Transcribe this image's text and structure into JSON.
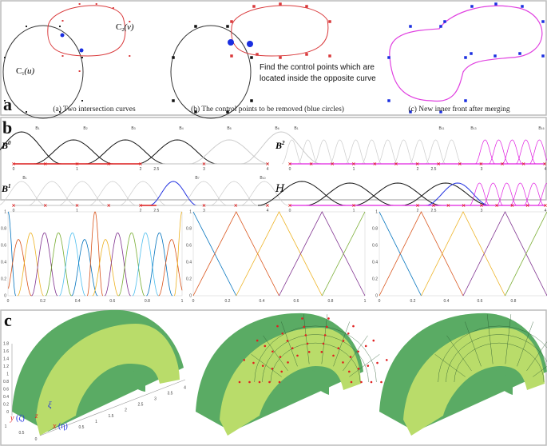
{
  "panel_a": {
    "letter": "a",
    "curve1_label": "C",
    "curve1_sub": "1",
    "curve1_arg": "(u)",
    "curve2_label": "C",
    "curve2_sub": "2",
    "curve2_arg": "(v)",
    "note_line1": "Find the control points which are",
    "note_line2": "located inside the opposite curve",
    "captions": [
      "(a) Two intersection curves",
      "(b) The control points to be removed (blue circles)",
      "(c) New inner front after merging"
    ],
    "colors": {
      "curve1": "#333333",
      "curve2": "#d9383a",
      "merged": "#e040e0",
      "points": "#1a2ee0"
    }
  },
  "panel_b": {
    "letter": "b",
    "row_labels": [
      "B",
      "B",
      "B",
      "H"
    ],
    "row_sups": [
      "0",
      "1",
      "2",
      ""
    ],
    "left_ticks": [
      "0",
      "1",
      "2",
      "2.5",
      "3",
      "4"
    ],
    "right_ticks": [
      "0",
      "1",
      "2",
      "2.5",
      "3",
      "4"
    ],
    "b0_basis_labels": [
      "B",
      "B",
      "B",
      "B",
      "B",
      "B"
    ],
    "b0_basis_subs": [
      "1",
      "2",
      "3",
      "4",
      "5",
      "6"
    ],
    "b1_basis_labels": [
      "B",
      "B",
      "B"
    ],
    "b1_basis_subs": [
      "1",
      "7",
      "10"
    ],
    "b2_basis_labels": [
      "B",
      "B",
      "B",
      "B"
    ],
    "b2_basis_subs": [
      "1",
      "11",
      "13",
      "16"
    ],
    "colors": {
      "active": "#111111",
      "inactive": "#cccccc",
      "refined": "#e020e0",
      "selected": "#2030e0",
      "knots": "#e02020"
    }
  },
  "chart_data": [
    {
      "type": "line",
      "xlim": [
        0,
        1
      ],
      "ylim": [
        0,
        1
      ],
      "grid": false,
      "xticks": [
        "0",
        "0.2",
        "0.4",
        "0.6",
        "0.8",
        "1"
      ],
      "yticks": [
        "0",
        "0.2",
        "0.4",
        "0.6",
        "0.8",
        "1"
      ],
      "series": [
        {
          "peak_x": 0,
          "peak_y": 1
        },
        {
          "peak_x": 0.06,
          "peak_y": 0.67
        },
        {
          "peak_x": 0.13,
          "peak_y": 0.75
        },
        {
          "peak_x": 0.21,
          "peak_y": 0.75
        },
        {
          "peak_x": 0.29,
          "peak_y": 0.75
        },
        {
          "peak_x": 0.37,
          "peak_y": 0.75
        },
        {
          "peak_x": 0.44,
          "peak_y": 0.67
        },
        {
          "peak_x": 0.5,
          "peak_y": 1
        },
        {
          "peak_x": 0.56,
          "peak_y": 0.67
        },
        {
          "peak_x": 0.63,
          "peak_y": 0.75
        },
        {
          "peak_x": 0.71,
          "peak_y": 0.75
        },
        {
          "peak_x": 0.79,
          "peak_y": 0.75
        },
        {
          "peak_x": 0.87,
          "peak_y": 0.75
        },
        {
          "peak_x": 0.94,
          "peak_y": 0.67
        },
        {
          "peak_x": 1,
          "peak_y": 1
        }
      ]
    },
    {
      "type": "line",
      "xlim": [
        0,
        1
      ],
      "ylim": [
        0,
        1
      ],
      "grid": false,
      "xticks": [
        "0",
        "0.2",
        "0.4",
        "0.6",
        "0.8",
        "1"
      ],
      "yticks": [
        "0",
        "0.2",
        "0.4",
        "0.6",
        "0.8",
        "1"
      ],
      "series": [
        {
          "peak_x": 0,
          "peak_y": 1
        },
        {
          "peak_x": 0.25,
          "peak_y": 1
        },
        {
          "peak_x": 0.5,
          "peak_y": 1
        },
        {
          "peak_x": 0.75,
          "peak_y": 1
        },
        {
          "peak_x": 1,
          "peak_y": 1
        }
      ]
    },
    {
      "type": "line",
      "xlim": [
        0,
        1
      ],
      "ylim": [
        0,
        1
      ],
      "grid": false,
      "xticks": [
        "0",
        "0.2",
        "0.4",
        "0.6",
        "0.8",
        ""
      ],
      "yticks": [
        "0",
        "0.2",
        "0.4",
        "0.6",
        "0.8",
        "1"
      ],
      "series": [
        {
          "peak_x": 0,
          "peak_y": 1
        },
        {
          "peak_x": 0.25,
          "peak_y": 1
        },
        {
          "peak_x": 0.5,
          "peak_y": 1
        },
        {
          "peak_x": 0.75,
          "peak_y": 1
        },
        {
          "peak_x": 1,
          "peak_y": 1
        }
      ]
    }
  ],
  "panel_c": {
    "letter": "c",
    "z_ticks": [
      "0",
      "0.2",
      "0.4",
      "0.6",
      "0.8",
      "1",
      "1.2",
      "1.4",
      "1.6",
      "1.8"
    ],
    "x_ticks": [
      "0.5",
      "1",
      "1.5",
      "2",
      "2.5",
      "3",
      "3.5",
      "4"
    ],
    "y_ticks": [
      "1",
      "0.5",
      "0"
    ],
    "axis_labels": {
      "xi": "ξ",
      "z": "z",
      "y": "y",
      "zeta": "(ζ)",
      "x": "x",
      "eta": "(η)"
    },
    "colors": {
      "outer": "#5aab64",
      "inner": "#b9dc6a",
      "nodes": "#e02020"
    }
  }
}
